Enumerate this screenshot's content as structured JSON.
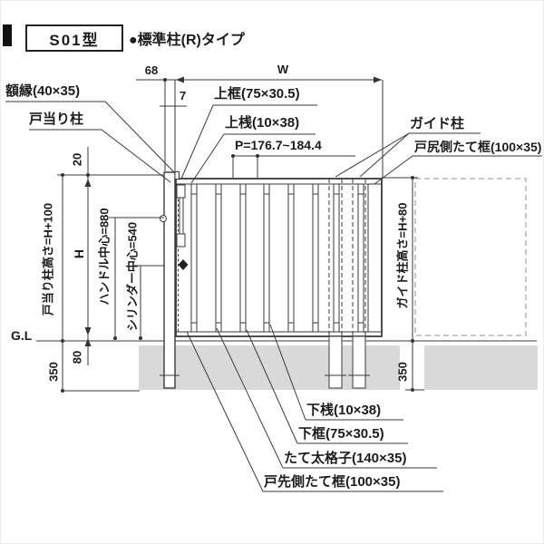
{
  "header": {
    "model": "S01型",
    "type_label": "●標準柱(R)タイプ"
  },
  "top_labels": {
    "dim_68": "68",
    "dim_w": "W",
    "dim_7": "7",
    "top_frame": "上框(75×30.5)",
    "top_rail": "上桟(10×38)",
    "pitch": "P=176.7~184.4"
  },
  "left_labels": {
    "frame_trim": "額縁(40×35)",
    "door_stop_post": "戸当り柱",
    "dim_20": "20",
    "post_height": "戸当り柱高さ=H+100",
    "dim_h": "H",
    "handle_center": "ハンドル中心=880",
    "cylinder_center": "シリンダー中心=540",
    "ground_line": "G.L",
    "dim_80": "80",
    "dim_350": "350"
  },
  "right_labels": {
    "guide_post": "ガイド柱",
    "rear_stile": "戸尻側たて框(100×35)",
    "guide_post_height": "ガイド柱高さ=H+80",
    "dim_350": "350"
  },
  "bottom_labels": {
    "bottom_rail": "下桟(10×38)",
    "bottom_frame": "下框(75×30.5)",
    "wide_picket": "たて太格子(140×35)",
    "front_stile": "戸先側たて框(100×35)"
  },
  "colors": {
    "line": "#3a3a3a",
    "ground_fill": "#d9d9d9",
    "dashed_gray": "#a6a6a6",
    "header_bar": "#111111"
  }
}
